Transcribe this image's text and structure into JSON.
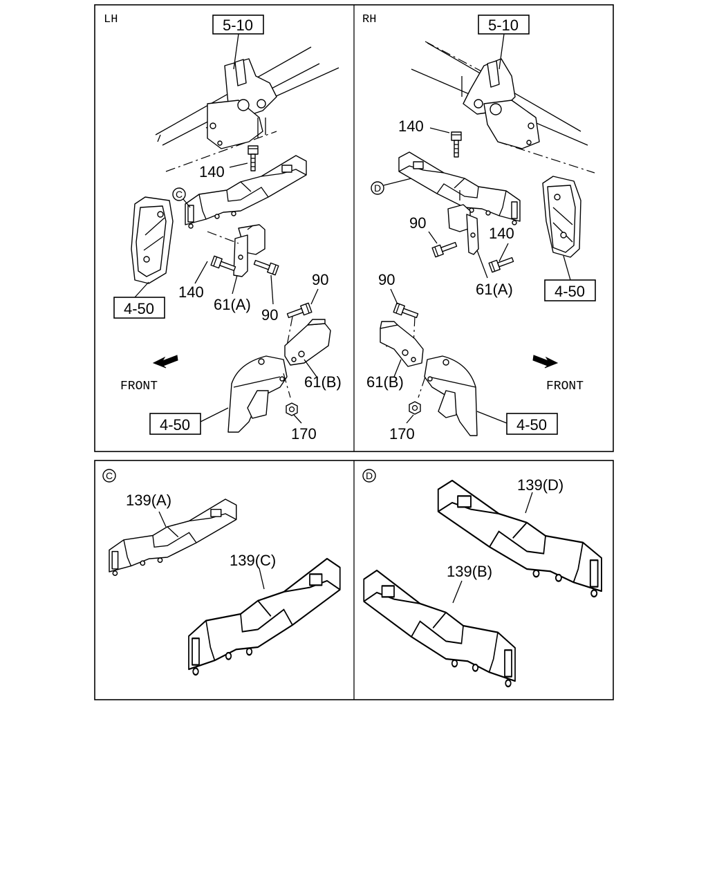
{
  "panels": {
    "lh": {
      "header": "LH",
      "front": "FRONT",
      "ref_top": "5-10",
      "ref_shield": "4-50",
      "ref_bottom": "4-50",
      "callout": "C",
      "labels": {
        "bolt_top": "140",
        "bolt_bottom": "140",
        "bracket_a": "61(A)",
        "bolt_90_a": "90",
        "bolt_90_b": "90",
        "bracket_b": "61(B)",
        "nut": "170"
      }
    },
    "rh": {
      "header": "RH",
      "front": "FRONT",
      "ref_top": "5-10",
      "ref_shield": "4-50",
      "ref_bottom": "4-50",
      "callout": "D",
      "labels": {
        "bolt_top": "140",
        "bolt_side": "140",
        "bracket_a": "61(A)",
        "bolt_90_a": "90",
        "bolt_90_b": "90",
        "bracket_b": "61(B)",
        "nut": "170"
      }
    },
    "detail_c": {
      "header": "C",
      "part_a": "139(A)",
      "part_c": "139(C)"
    },
    "detail_d": {
      "header": "D",
      "part_d": "139(D)",
      "part_b": "139(B)"
    }
  },
  "icons": [
    "front-arrow-icon",
    "callout-circle-icon"
  ]
}
